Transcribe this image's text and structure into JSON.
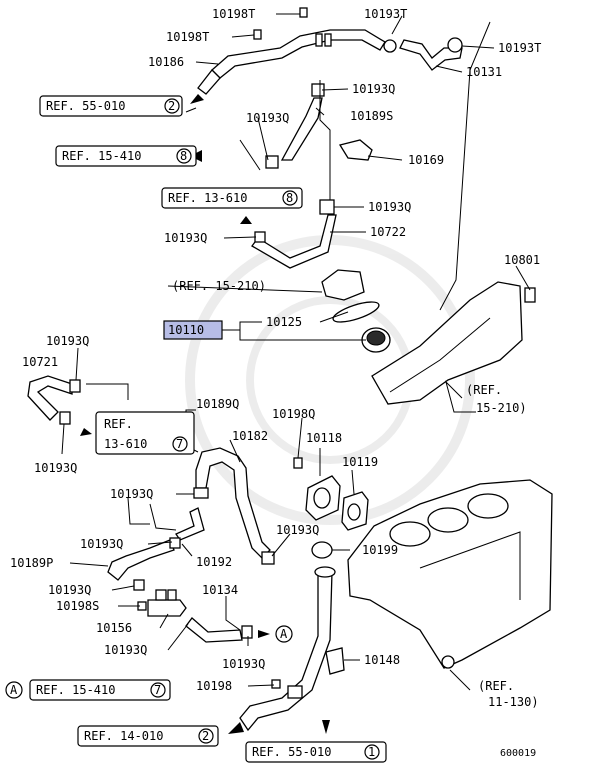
{
  "callouts": {
    "p10198t_a": "10198T",
    "p10198t_b": "10198T",
    "p10186": "10186",
    "p10193t_a": "10193T",
    "p10193t_b": "10193T",
    "p10131": "10131",
    "p10193q_a": "10193Q",
    "p10189s": "10189S",
    "p10193q_b": "10193Q",
    "p10169": "10169",
    "p10193q_c": "10193Q",
    "p10193q_d": "10193Q",
    "p10722": "10722",
    "p10801": "10801",
    "p10125": "10125",
    "p10110": "10110",
    "p10193q_e": "10193Q",
    "p10721": "10721",
    "p10193q_f": "10193Q",
    "p10189q": "10189Q",
    "p10198q": "10198Q",
    "p10182": "10182",
    "p10118": "10118",
    "p10119": "10119",
    "p10193q_g": "10193Q",
    "p10193q_h": "10193Q",
    "p10192": "10192",
    "p10193q_i": "10193Q",
    "p10199": "10199",
    "p10189p": "10189P",
    "p10193q_j": "10193Q",
    "p10198s": "10198S",
    "p10134": "10134",
    "p10156": "10156",
    "p10193q_k": "10193Q",
    "p10193q_l": "10193Q",
    "p10148": "10148",
    "p10198": "10198"
  },
  "refs": {
    "r55_010_2": {
      "text": "REF. 55-010",
      "num": "2"
    },
    "r15_410_8": {
      "text": "REF. 15-410",
      "num": "8"
    },
    "r13_610_8": {
      "text": "REF. 13-610",
      "num": "8"
    },
    "r15_210_a": "(REF. 15-210)",
    "r13_610_7": {
      "line1": "REF.",
      "line2": "13-610",
      "num": "7"
    },
    "r15_210_b": {
      "line1": "(REF.",
      "line2": "15-210)"
    },
    "r15_410_7": {
      "text": "REF. 15-410",
      "num": "7"
    },
    "r11_130": {
      "line1": "(REF.",
      "line2": "11-130)"
    },
    "r14_010_2": {
      "text": "REF. 14-010",
      "num": "2"
    },
    "r55_010_1": {
      "text": "REF. 55-010",
      "num": "1"
    }
  },
  "markers": {
    "a_mark": "A",
    "a_mark2": "A"
  },
  "figure_id": "600019",
  "colors": {
    "highlight": "#b7bde6",
    "line": "#000000"
  }
}
